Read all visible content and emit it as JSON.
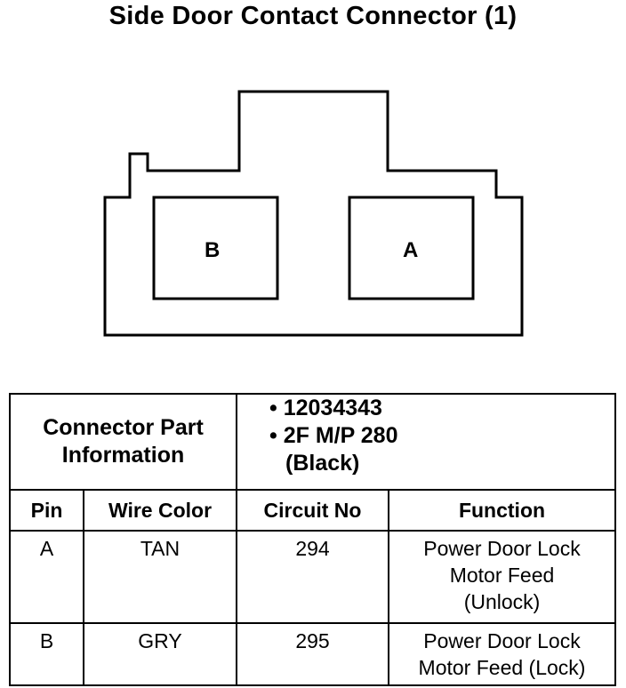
{
  "title": "Side Door Contact Connector (1)",
  "connector": {
    "cavity_left_label": "B",
    "cavity_right_label": "A"
  },
  "part_info": {
    "label_line1": "Connector Part",
    "label_line2": "Information",
    "bullet": "•",
    "part_number": "12034343",
    "part_detail": "2F M/P 280",
    "part_color": "(Black)"
  },
  "columns": [
    "Pin",
    "Wire Color",
    "Circuit No",
    "Function"
  ],
  "rows": [
    {
      "pin": "A",
      "wire_color": "TAN",
      "circuit_no": "294",
      "function": [
        "Power Door Lock",
        "Motor Feed",
        "(Unlock)"
      ]
    },
    {
      "pin": "B",
      "wire_color": "GRY",
      "circuit_no": "295",
      "function": [
        "Power Door Lock",
        "Motor Feed (Lock)"
      ]
    }
  ]
}
